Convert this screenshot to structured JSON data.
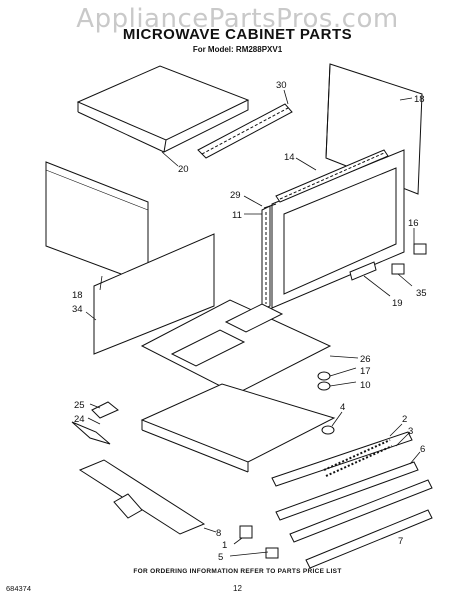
{
  "header": {
    "watermark": "AppliancePartsPros.com",
    "title": "MICROWAVE CABINET PARTS",
    "model_line": "For Model: RM288PXV1"
  },
  "part_labels": [
    "30",
    "18",
    "20",
    "14",
    "29",
    "11",
    "16",
    "18",
    "34",
    "35",
    "19",
    "26",
    "17",
    "10",
    "25",
    "24",
    "4",
    "2",
    "3",
    "6",
    "8",
    "1",
    "5",
    "7"
  ],
  "footer": {
    "note": "FOR ORDERING INFORMATION REFER TO PARTS PRICE LIST",
    "page_number": "12",
    "doc_code": "684374"
  }
}
